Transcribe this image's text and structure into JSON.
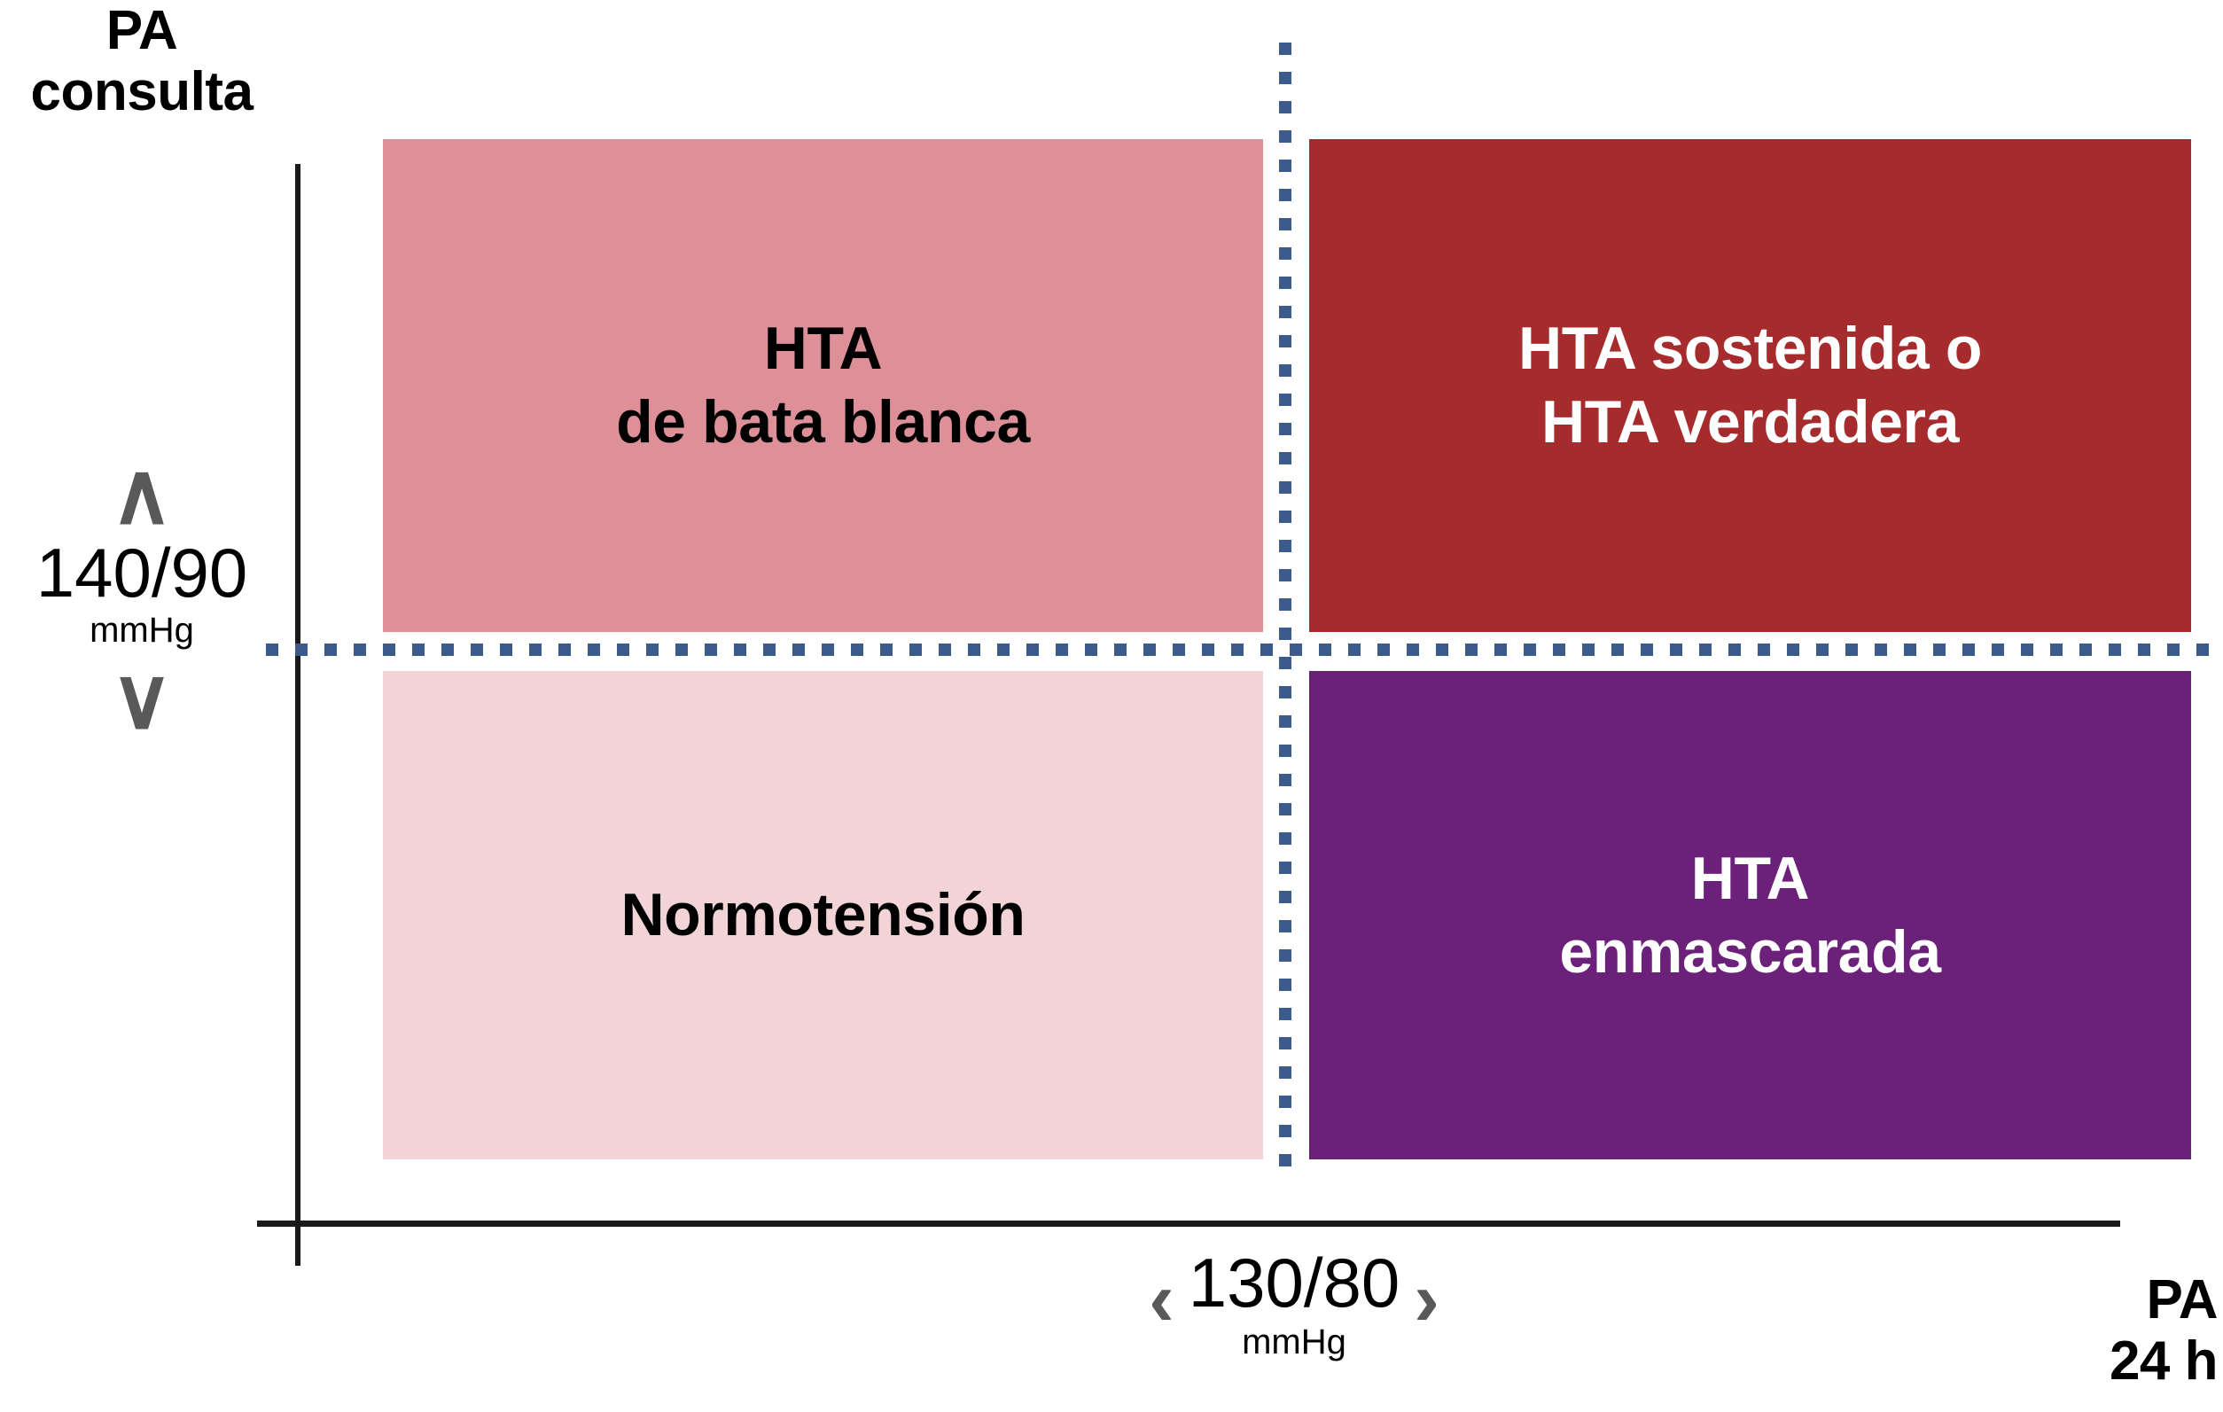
{
  "axes": {
    "y_title_lines": [
      "PA",
      "consulta"
    ],
    "x_title_lines": [
      "PA",
      "24 h"
    ],
    "y_threshold": {
      "chevron_up": "∧",
      "value": "140/90",
      "unit": "mmHg",
      "chevron_down": "∨"
    },
    "x_threshold": {
      "chevron_less": "‹",
      "value": "130/80",
      "unit": "mmHg",
      "chevron_greater": "›"
    }
  },
  "colors": {
    "white_coat_bg": "#DE9099",
    "sustained_bg": "#A62B2D",
    "normotension_bg": "#F2D4D6",
    "masked_bg": "#6B2179",
    "divider": "#3A5B8C",
    "axis": "#1A1A1A",
    "chevron": "#595959"
  },
  "quadrants": {
    "white_coat": {
      "lines": [
        "HTA",
        "de bata blanca"
      ],
      "text_color": "#000000"
    },
    "sustained": {
      "lines": [
        "HTA sostenida o",
        "HTA verdadera"
      ],
      "text_color": "#FFFFFF"
    },
    "normotension": {
      "lines": [
        "Normotensión"
      ],
      "text_color": "#000000"
    },
    "masked": {
      "lines": [
        "HTA",
        "enmascarada"
      ],
      "text_color": "#FFFFFF"
    }
  }
}
